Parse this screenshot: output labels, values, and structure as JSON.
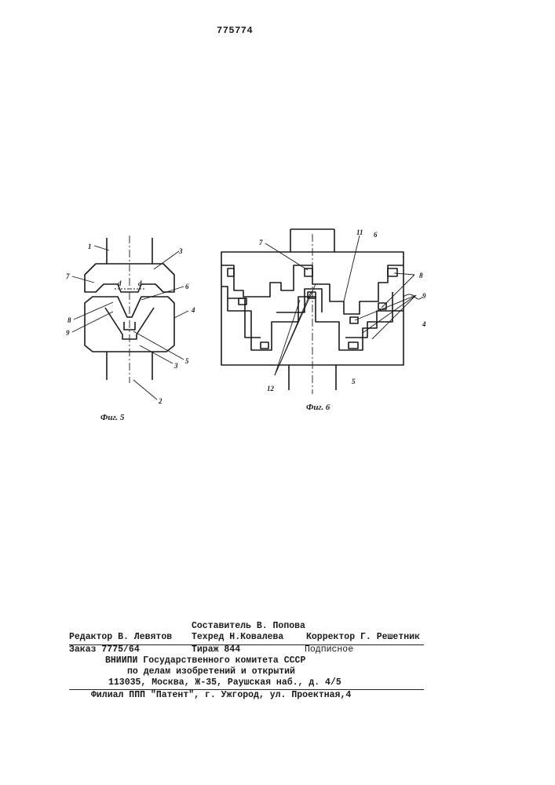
{
  "document": {
    "patent_number": "775774"
  },
  "figures": {
    "fig5": {
      "caption": "Фиг. 5",
      "labels": {
        "l1": "1",
        "l3a": "3",
        "l7": "7",
        "l6": "6",
        "l8": "8",
        "l9": "9",
        "l4": "4",
        "l3b": "3",
        "l5": "5",
        "l2": "2",
        "d1": "d",
        "d2": "d"
      }
    },
    "fig6": {
      "caption": "Фиг. 6",
      "labels": {
        "l7": "7",
        "l11": "11",
        "l6": "6",
        "l8": "8",
        "l9": "9",
        "l4": "4",
        "l12": "12",
        "l5": "5"
      }
    }
  },
  "colophon": {
    "compiler": "Составитель В. Попова",
    "editor": "Редактор В. Левятов",
    "techred": "Техред Н.Ковалева",
    "corrector": "Корректор Г. Решетник",
    "order": "Заказ 7775/64",
    "circulation": "Тираж 844",
    "subscription": "Подписное",
    "org_line1": "ВНИИПИ Государственного комитета СССР",
    "org_line2": "по делам изобретений и открытий",
    "address": "113035, Москва, Ж-35, Раушская наб., д. 4/5",
    "branch": "Филиал ППП \"Патент\", г. Ужгород, ул. Проектная,4"
  }
}
